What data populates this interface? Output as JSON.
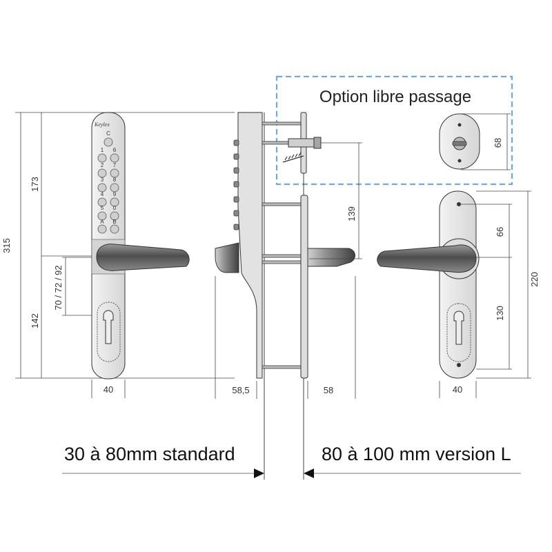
{
  "brand_logo": "Keylex",
  "option_box": {
    "title": "Option libre passage",
    "dim_height": "68",
    "border_color": "#6fa8dc"
  },
  "keypad": {
    "keys": [
      "C",
      "1",
      "6",
      "2",
      "7",
      "3",
      "8",
      "4",
      "9",
      "5",
      "0",
      "A",
      "B"
    ]
  },
  "front_view": {
    "dim_total_height": "315",
    "dim_upper": "173",
    "dim_lower": "142",
    "dim_entraxe": "70 / 72 / 92",
    "dim_width": "40"
  },
  "side_view": {
    "dim_139": "139",
    "dim_left_projection": "58,5",
    "dim_right_projection": "58"
  },
  "back_view": {
    "dim_66": "66",
    "dim_130": "130",
    "dim_220": "220",
    "dim_width": "40"
  },
  "door_thickness": {
    "standard": "30 à 80mm standard",
    "version_l": "80 à 100 mm version L"
  },
  "colors": {
    "plate": "#e6e6e6",
    "handle_dark": "#555555",
    "dimension_lines": "#444444"
  }
}
